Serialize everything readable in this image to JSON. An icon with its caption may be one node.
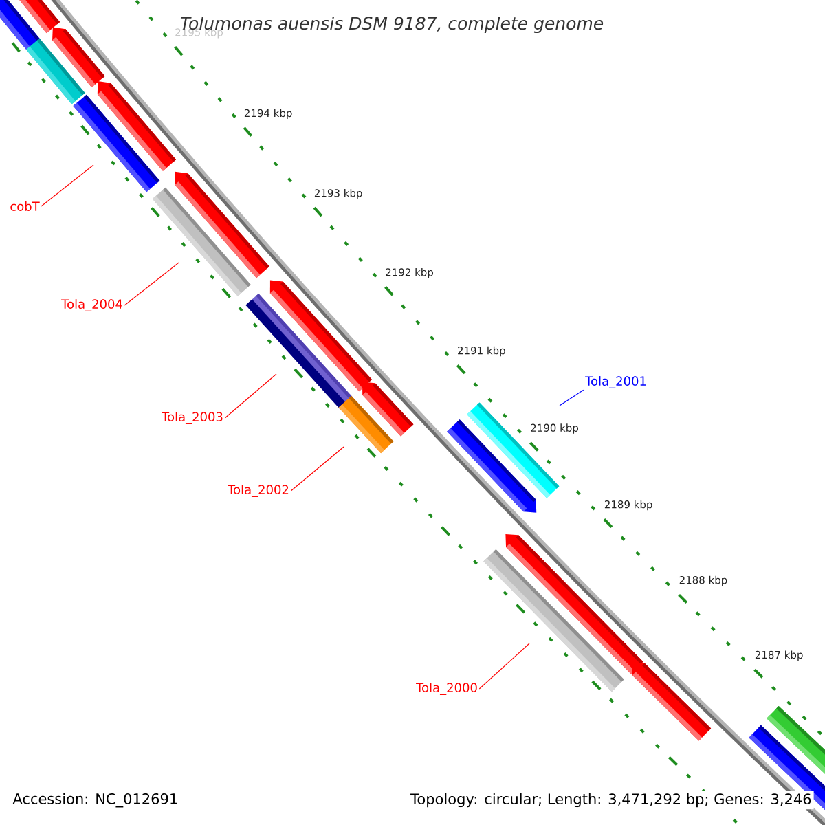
{
  "diagram": {
    "title": "Tolumonas auensis DSM 9187, complete genome",
    "nodes": [
      {
        "text": [
          "cobT"
        ]
      },
      {
        "text": [
          "Tola_2004"
        ]
      },
      {
        "text": [
          "Tola_2003"
        ]
      },
      {
        "text": [
          "Tola_2002"
        ]
      },
      {
        "text": [
          "Tola_2001"
        ]
      },
      {
        "text": [
          "Tola_2000"
        ]
      }
    ],
    "edges": [
      {
        "from": 0,
        "to": null,
        "arrow": "none"
      },
      {
        "from": 1,
        "to": null,
        "arrow": "none"
      },
      {
        "from": 2,
        "to": null,
        "arrow": "none"
      },
      {
        "from": 3,
        "to": null,
        "arrow": "none"
      },
      {
        "from": 4,
        "to": null,
        "arrow": "none",
        "color": "#0000ff"
      },
      {
        "from": 5,
        "to": null,
        "arrow": "none"
      }
    ],
    "labels": [
      "2195 kbp",
      "2194 kbp",
      "2193 kbp",
      "2192 kbp",
      "2191 kbp",
      "2190 kbp",
      "2189 kbp",
      "2188 kbp",
      "2187 kbp",
      "Accession: NC_012691",
      "Topology: circular; Length: 3,471,292 bp; Genes: 3,246"
    ]
  }
}
